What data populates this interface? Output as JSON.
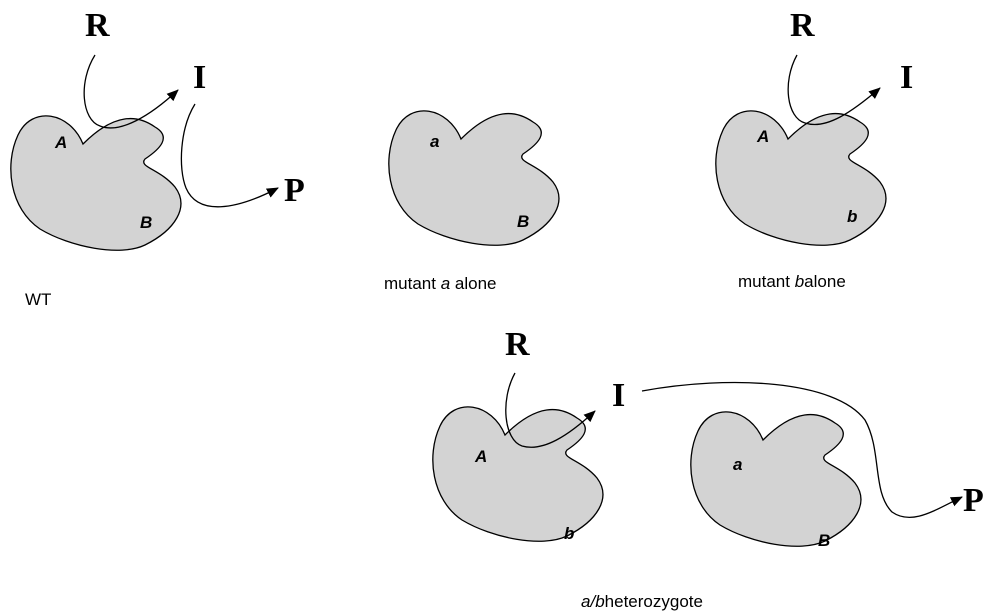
{
  "colors": {
    "enzyme_fill": "#d3d3d3",
    "stroke": "#000000",
    "background": "#ffffff"
  },
  "panels": {
    "wt": {
      "node_r": "R",
      "node_i": "I",
      "node_p": "P",
      "site_top": "A",
      "site_bottom": "B",
      "caption": "WT"
    },
    "mutant_a": {
      "site_top": "a",
      "site_bottom": "B",
      "caption_prefix": "mutant ",
      "caption_allele": "a",
      "caption_suffix": " alone"
    },
    "mutant_b": {
      "node_r": "R",
      "node_i": "I",
      "site_top": "A",
      "site_bottom": "b",
      "caption_prefix": "mutant ",
      "caption_allele": "b",
      "caption_suffix": "alone"
    },
    "heterozygote": {
      "node_r": "R",
      "node_i": "I",
      "node_p": "P",
      "enzyme_left_site_top": "A",
      "enzyme_left_site_bottom": "b",
      "enzyme_right_site_top": "a",
      "enzyme_right_site_bottom": "B",
      "caption_allele_a": "a",
      "caption_slash": "/",
      "caption_allele_b": "b",
      "caption_suffix": "heterozygote"
    }
  }
}
